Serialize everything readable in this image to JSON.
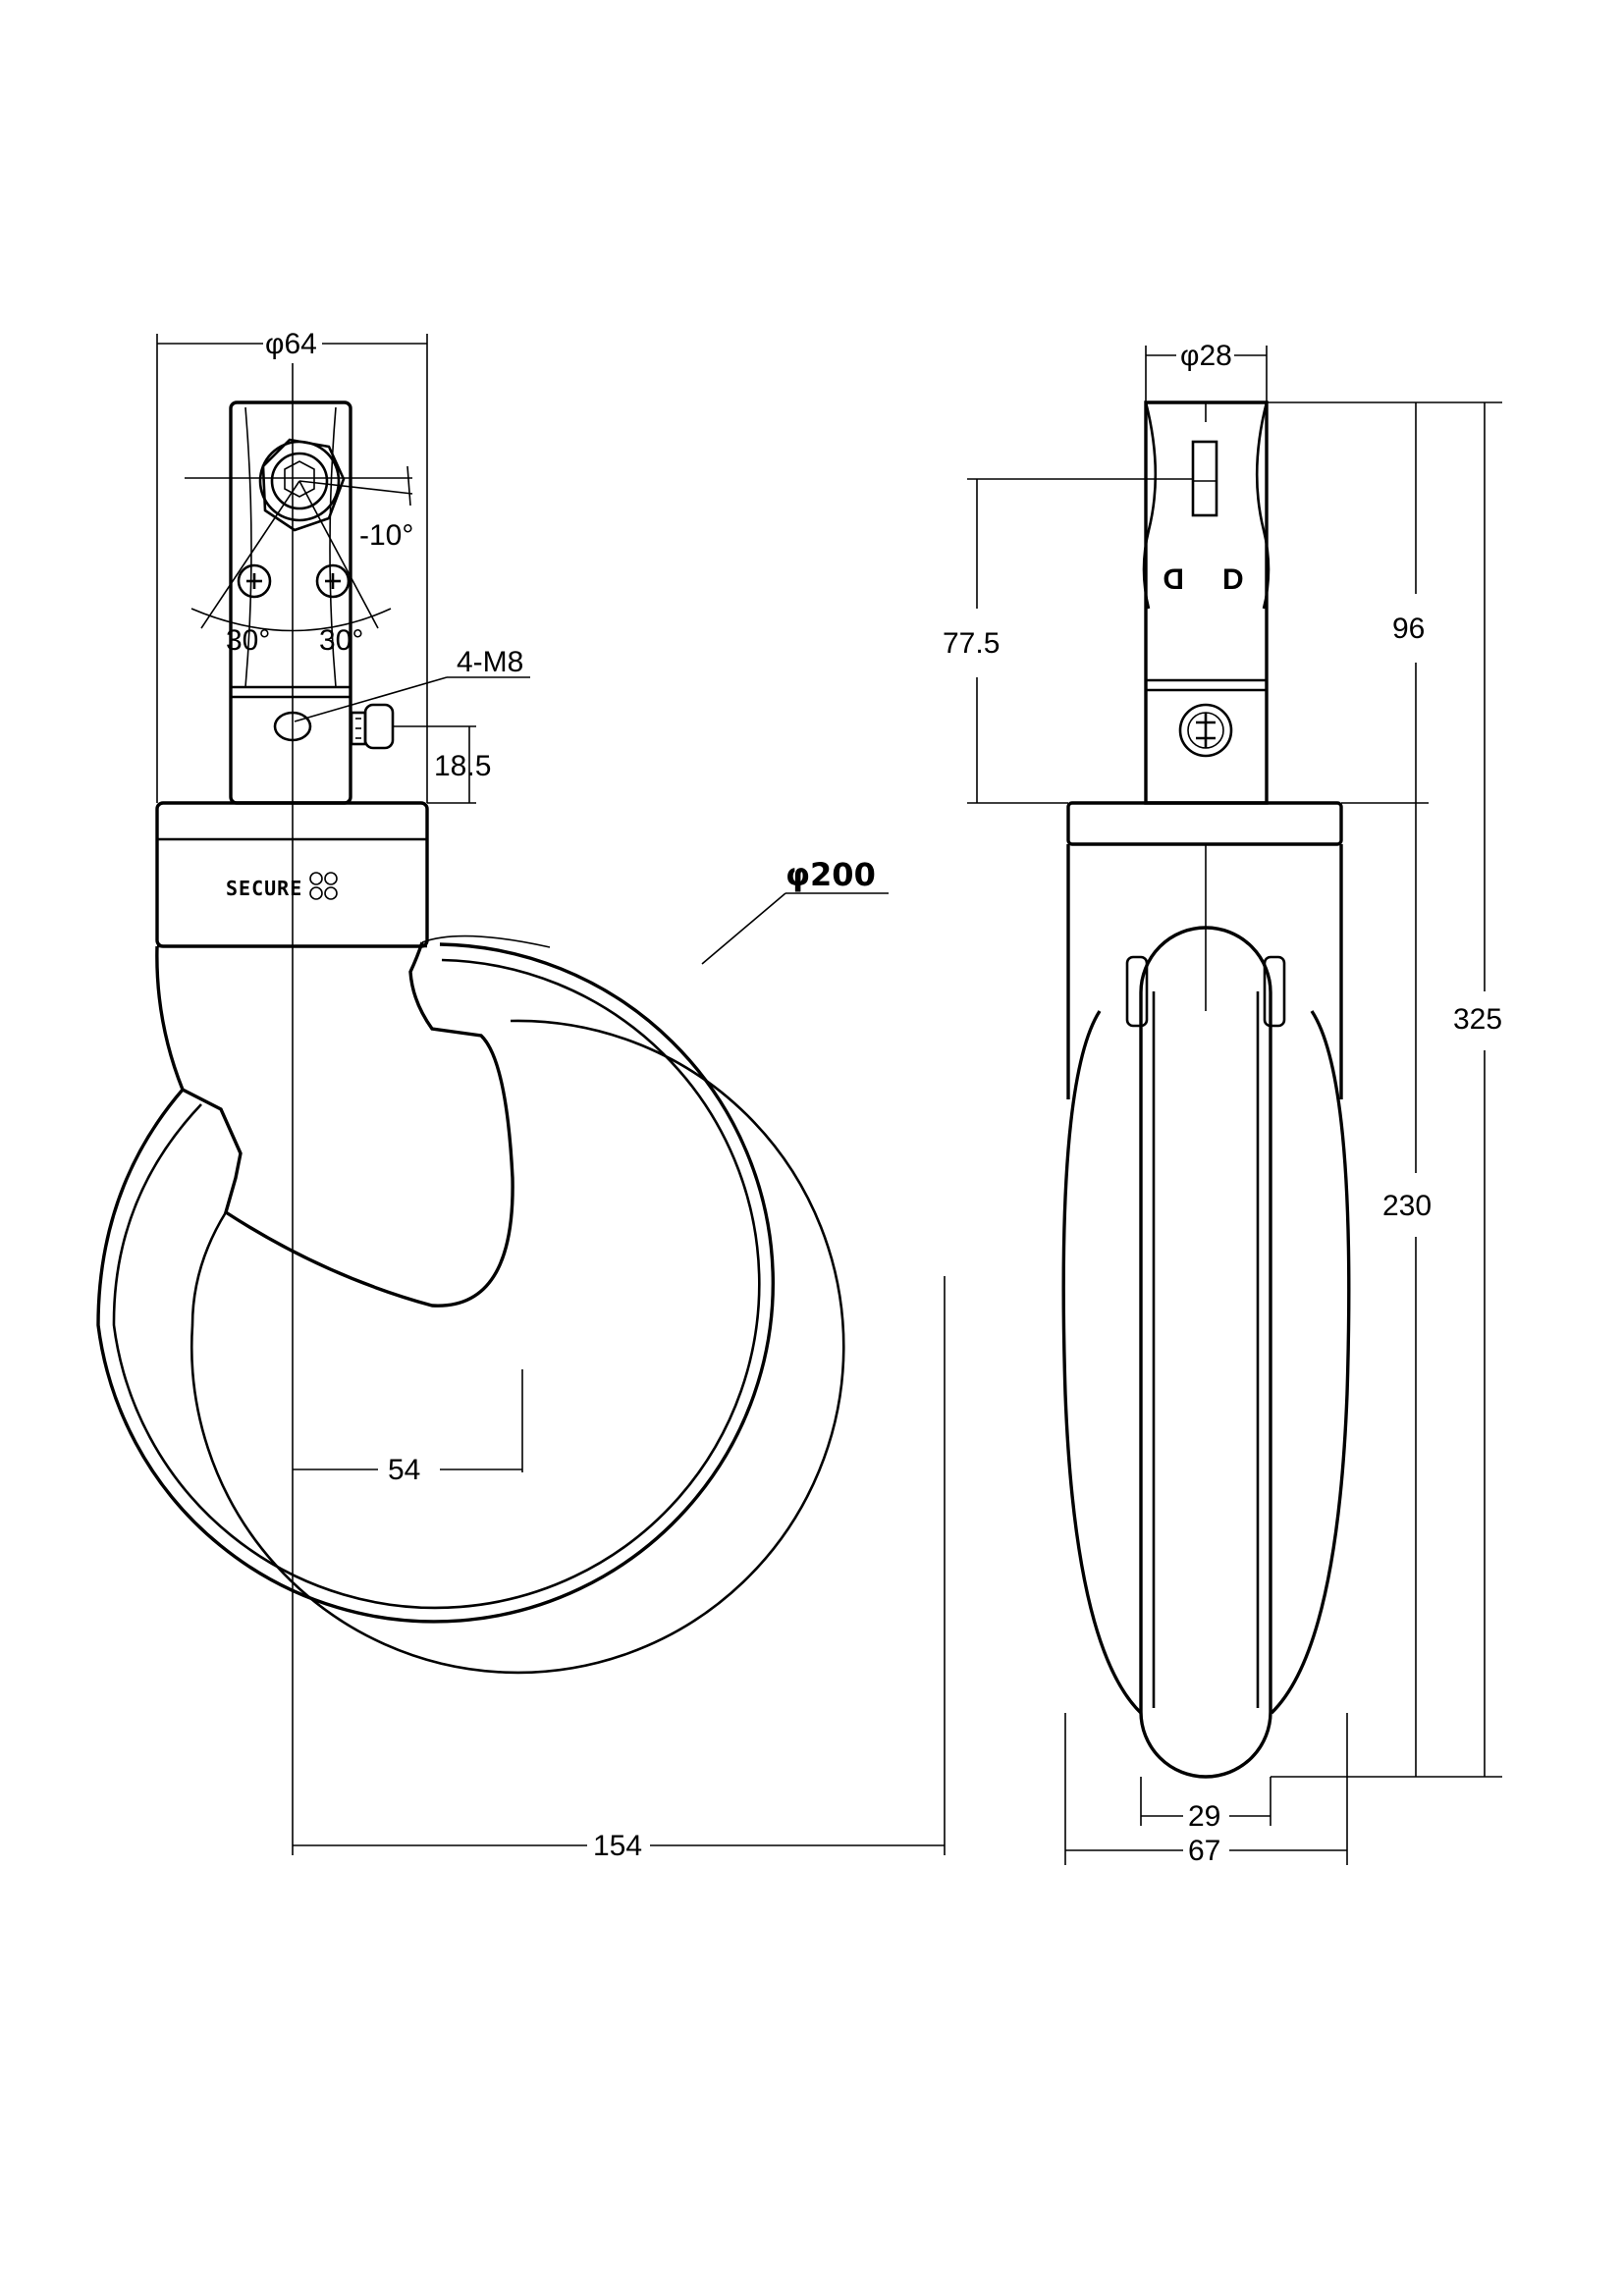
{
  "drawing": {
    "front_view": {
      "dim_socket_diameter": "φ64",
      "dim_mount_angle": "-10°",
      "dim_screw_angle_left": "30°",
      "dim_screw_angle_right": "30°",
      "dim_thread": "4-M8",
      "dim_screw_height": "18.5",
      "brand_text": "SECURE",
      "dim_wheel_diameter": "φ200",
      "dim_offset": "54",
      "dim_width": "154"
    },
    "side_view": {
      "dim_stem_diameter": "φ28",
      "dim_stem_insert": "77.5",
      "dim_stem_height": "96",
      "dim_total_height": "325",
      "dim_body_height": "230",
      "dim_wheel_width": "29",
      "dim_overall_width": "67"
    }
  }
}
